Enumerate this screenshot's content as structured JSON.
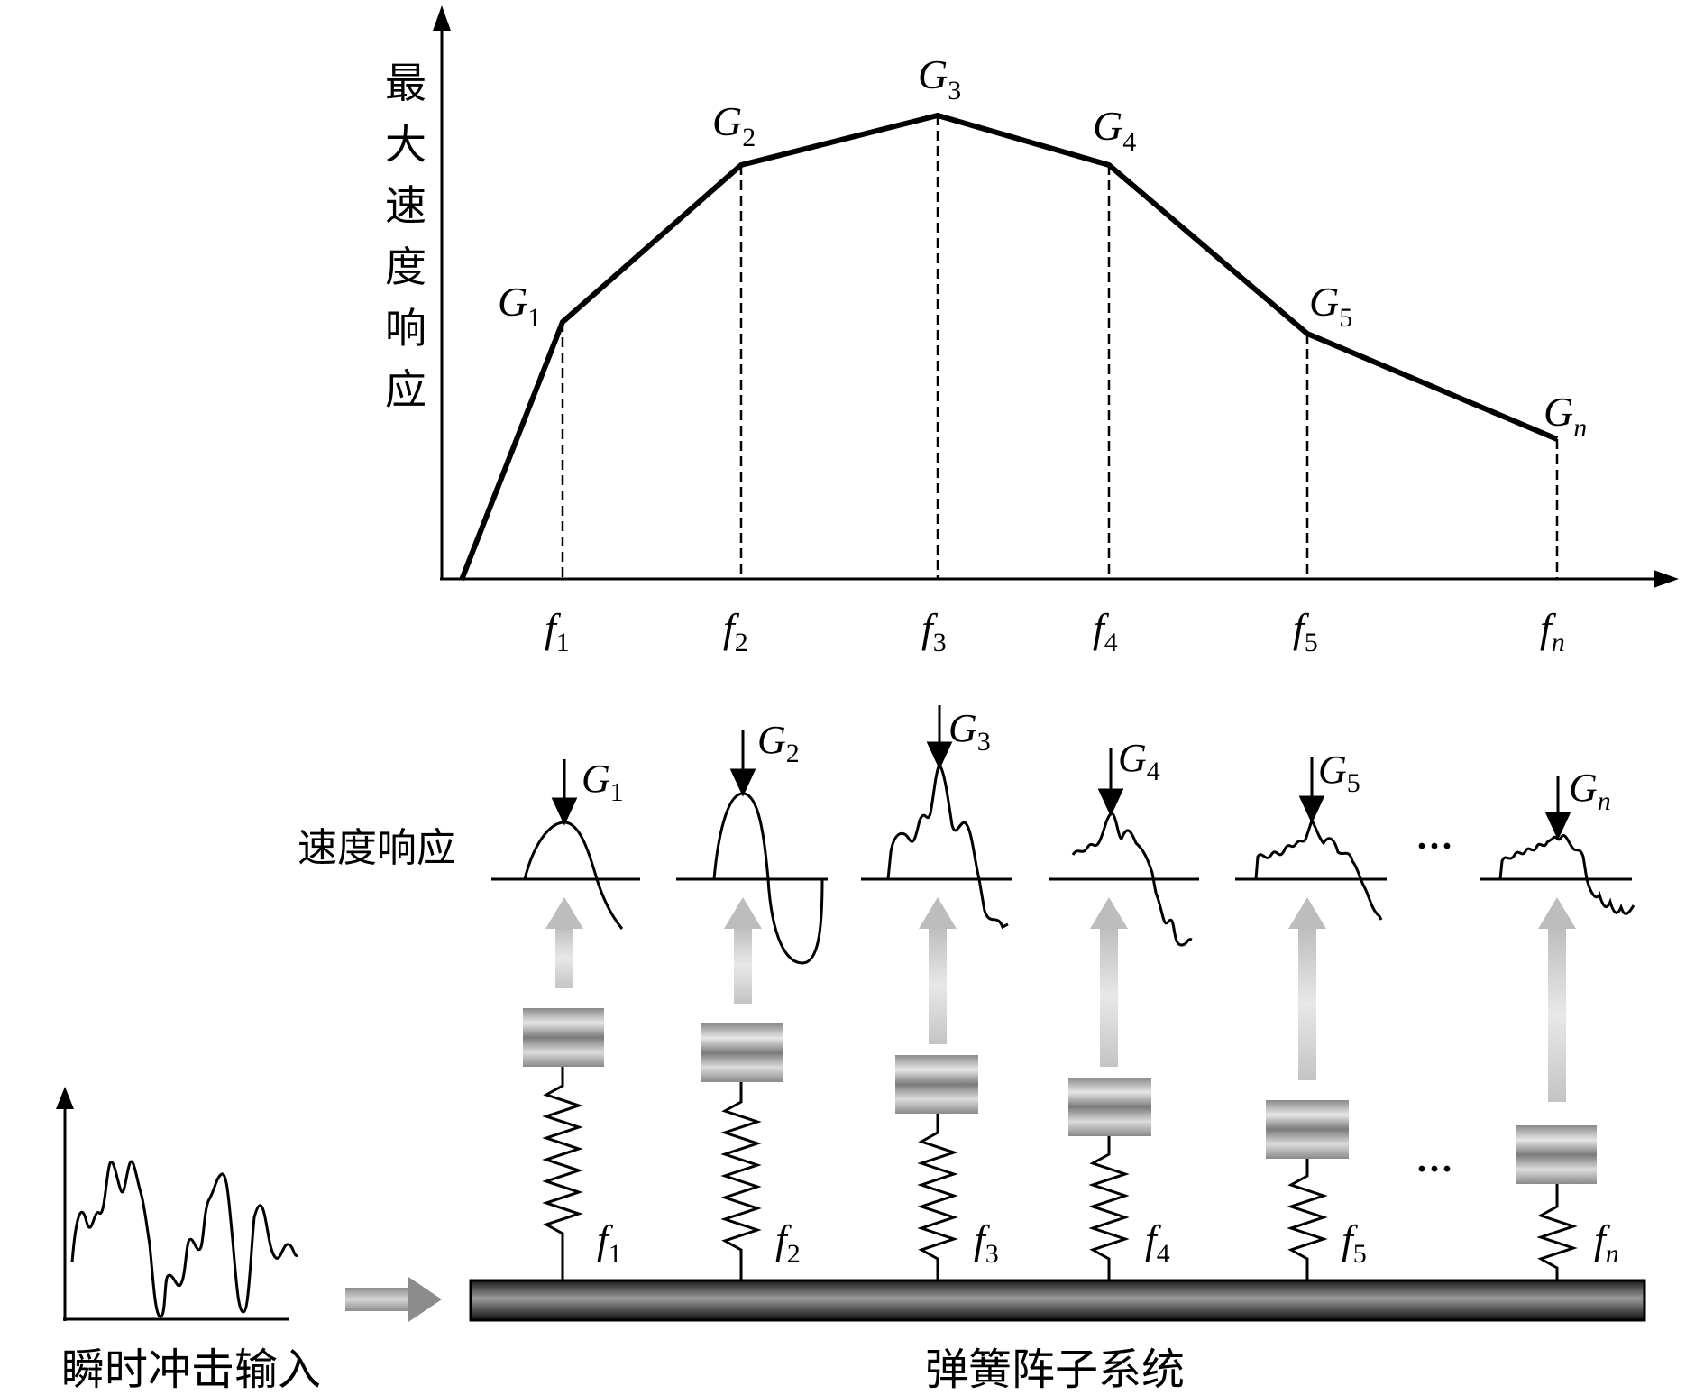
{
  "upper_chart": {
    "y_axis_label": [
      "最",
      "大",
      "速",
      "度",
      "响",
      "应"
    ],
    "points": [
      {
        "g_main": "G",
        "g_sub": "1",
        "f_main": "f",
        "f_sub": "1",
        "level": 0.55
      },
      {
        "g_main": "G",
        "g_sub": "2",
        "f_main": "f",
        "f_sub": "2",
        "level": 0.88
      },
      {
        "g_main": "G",
        "g_sub": "3",
        "f_main": "f",
        "f_sub": "3",
        "level": 1.0
      },
      {
        "g_main": "G",
        "g_sub": "4",
        "f_main": "f",
        "f_sub": "4",
        "level": 0.88
      },
      {
        "g_main": "G",
        "g_sub": "5",
        "f_main": "f",
        "f_sub": "5",
        "level": 0.52
      },
      {
        "g_main": "G",
        "g_sub": "n",
        "f_main": "f",
        "f_sub": "n",
        "level": 0.29
      }
    ]
  },
  "response_row": {
    "label": "速度响应",
    "ellipsis": "···",
    "items": [
      {
        "g_main": "G",
        "g_sub": "1"
      },
      {
        "g_main": "G",
        "g_sub": "2"
      },
      {
        "g_main": "G",
        "g_sub": "3"
      },
      {
        "g_main": "G",
        "g_sub": "4"
      },
      {
        "g_main": "G",
        "g_sub": "5"
      },
      {
        "g_main": "G",
        "g_sub": "n"
      }
    ]
  },
  "spring_array": {
    "label": "弹簧阵子系统",
    "ellipsis": "···",
    "springs": [
      {
        "f_main": "f",
        "f_sub": "1"
      },
      {
        "f_main": "f",
        "f_sub": "2"
      },
      {
        "f_main": "f",
        "f_sub": "3"
      },
      {
        "f_main": "f",
        "f_sub": "4"
      },
      {
        "f_main": "f",
        "f_sub": "5"
      },
      {
        "f_main": "f",
        "f_sub": "n"
      }
    ]
  },
  "input_signal": {
    "label": "瞬时冲击输入"
  }
}
